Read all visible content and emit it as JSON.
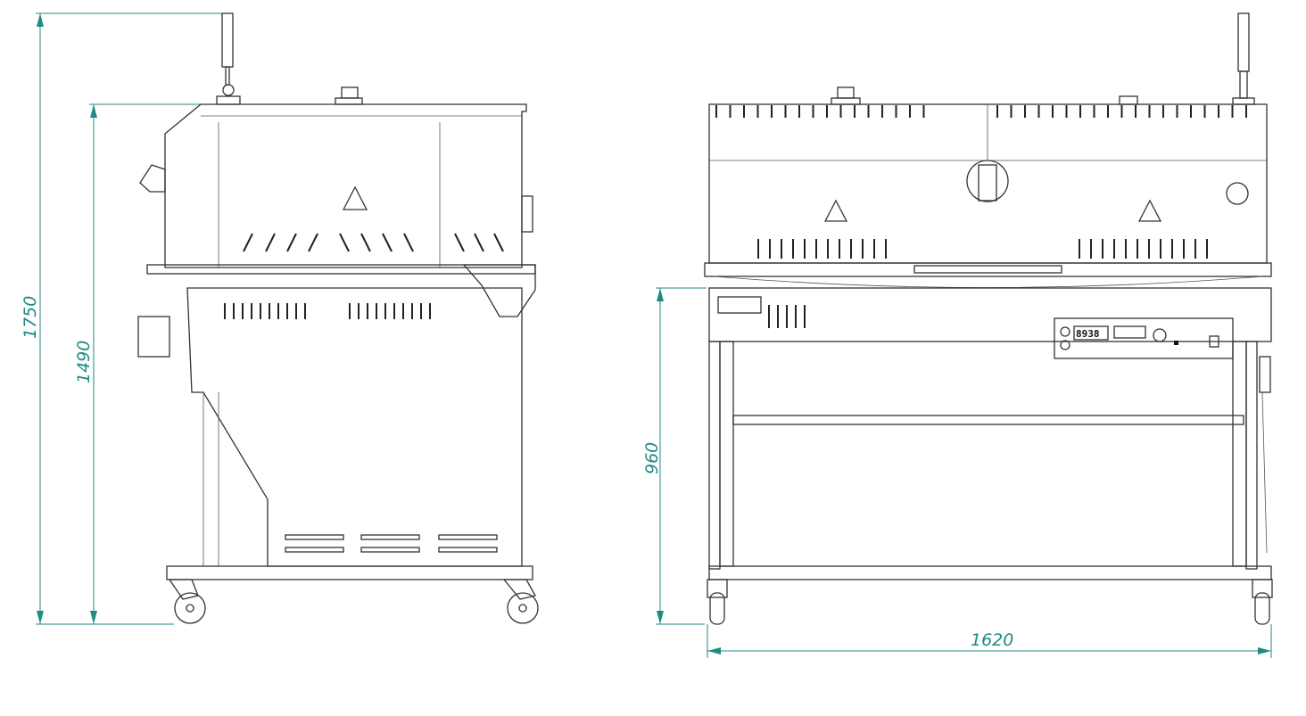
{
  "dimensions": {
    "total_height": "1750",
    "body_height": "1490",
    "table_height": "960",
    "width": "1620"
  },
  "control_panel": {
    "display_value": "8938"
  },
  "colors": {
    "dimension": "#1f8a84",
    "line": "#333333"
  }
}
